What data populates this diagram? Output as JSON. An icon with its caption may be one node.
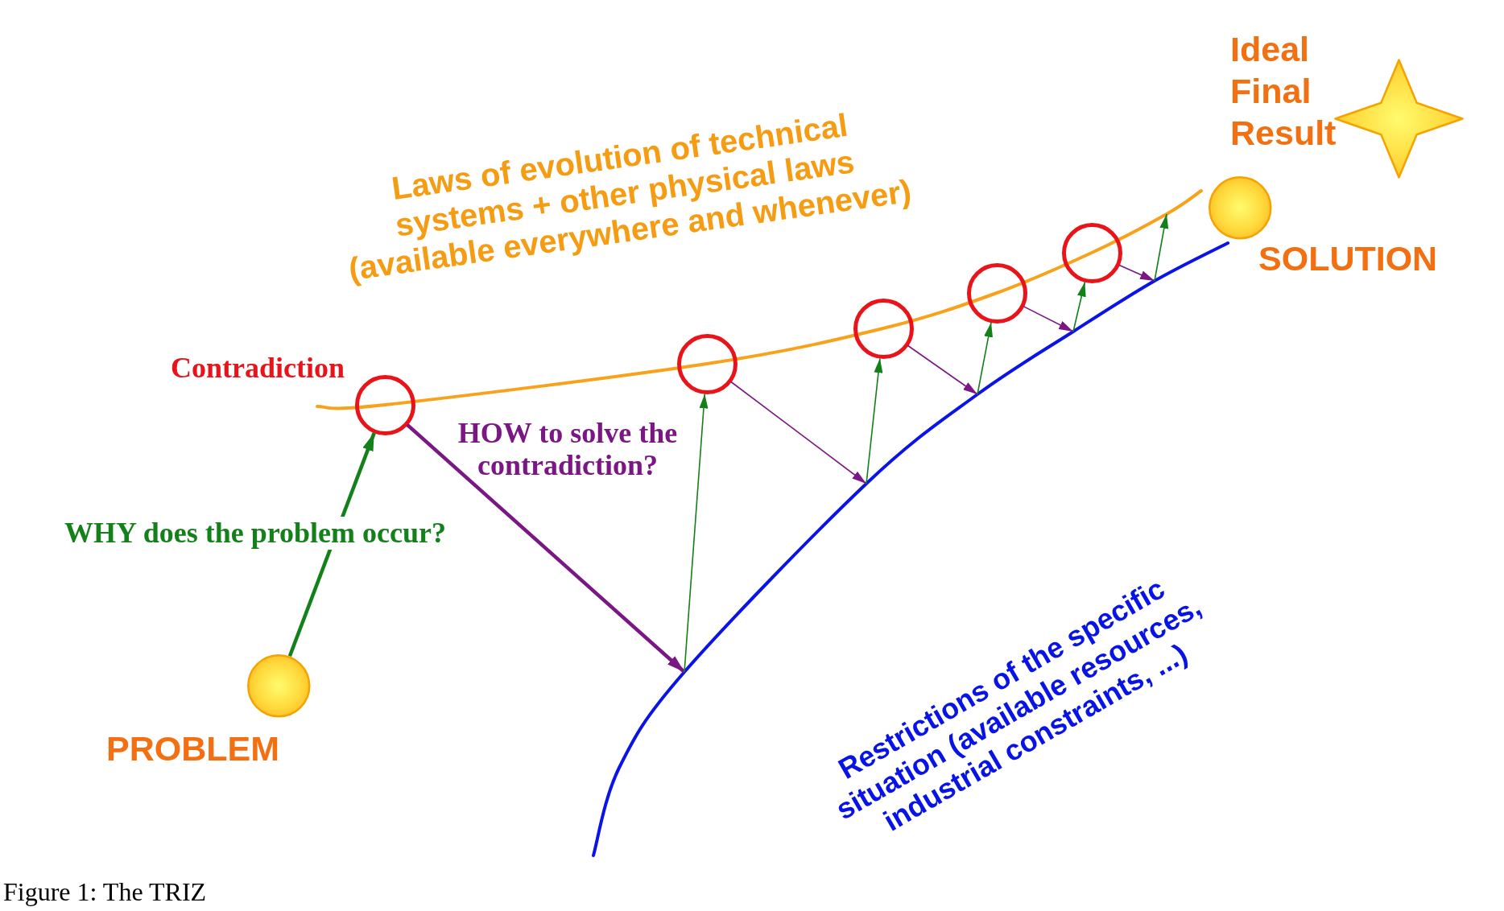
{
  "diagram": {
    "caption": "Figure 1: The TRIZ",
    "nodes": [
      {
        "text": [],
        "shape": "circle",
        "beside": [
          "PROBLEM"
        ]
      },
      {
        "text": [],
        "shape": "circle",
        "beside": [
          "Contradiction"
        ]
      },
      {
        "text": [],
        "shape": "circle"
      },
      {
        "text": [],
        "shape": "circle"
      },
      {
        "text": [],
        "shape": "circle"
      },
      {
        "text": [],
        "shape": "circle"
      },
      {
        "text": [],
        "shape": "circle",
        "beside": [
          "SOLUTION"
        ]
      },
      {
        "text": [],
        "shape": "star",
        "beside": [
          "Ideal Final Result"
        ]
      }
    ],
    "edges": [
      {
        "from": 0,
        "to": 1,
        "arrow": "to",
        "label": "WHY does the problem occur?",
        "style": "thick"
      },
      {
        "from": 1,
        "to": null,
        "arrow": "to",
        "style": "thick",
        "color": "#7b1685"
      },
      {
        "from": null,
        "to": 2,
        "arrow": "to"
      },
      {
        "from": 2,
        "to": null,
        "arrow": "to",
        "color": "#7b1685"
      },
      {
        "from": null,
        "to": 3,
        "arrow": "to"
      },
      {
        "from": 3,
        "to": null,
        "arrow": "to",
        "color": "#7b1685"
      },
      {
        "from": null,
        "to": 4,
        "arrow": "to"
      },
      {
        "from": 4,
        "to": null,
        "arrow": "to",
        "color": "#7b1685"
      },
      {
        "from": null,
        "to": 5,
        "arrow": "to"
      },
      {
        "from": 5,
        "to": null,
        "arrow": "to",
        "color": "#7b1685"
      }
    ],
    "labels": [
      "Laws of evolution of technical systems + other physical laws (available everywhere and whenever)",
      "HOW to solve the contradiction?",
      "Restrictions of the specific situation (available resources, industrial constraints, ...)"
    ]
  }
}
